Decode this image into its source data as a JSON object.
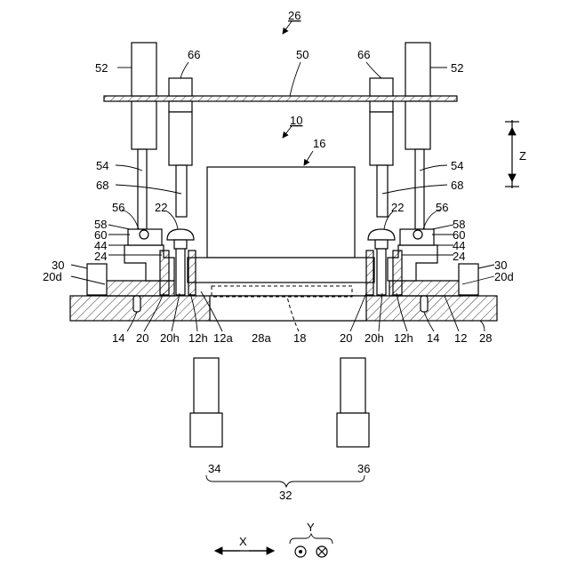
{
  "labels": {
    "assembly": "26",
    "device": "10",
    "plate": "50",
    "cyl_left": "52",
    "cyl_right": "52",
    "sensor_left": "66",
    "sensor_right": "66",
    "rod_left": "54",
    "rod_right": "54",
    "probe_left": "68",
    "probe_right": "68",
    "component": "16",
    "axis_z": "Z",
    "l56": "56",
    "r56": "56",
    "l58": "58",
    "r58": "58",
    "l60": "60",
    "r60": "60",
    "l44": "44",
    "r44": "44",
    "l24": "24",
    "r24": "24",
    "l22": "22",
    "r22": "22",
    "l30": "30",
    "r30": "30",
    "l20d": "20d",
    "r20d": "20d",
    "l14": "14",
    "r14": "14",
    "l20": "20",
    "r20": "20",
    "l20h": "20h",
    "r20h": "20h",
    "l12h": "12h",
    "r12h": "12h",
    "l12a": "12a",
    "l28a": "28a",
    "l18": "18",
    "l12": "12",
    "l28": "28",
    "cam_left": "34",
    "cam_right": "36",
    "cam_group": "32",
    "axis_x": "X",
    "axis_y": "Y"
  }
}
